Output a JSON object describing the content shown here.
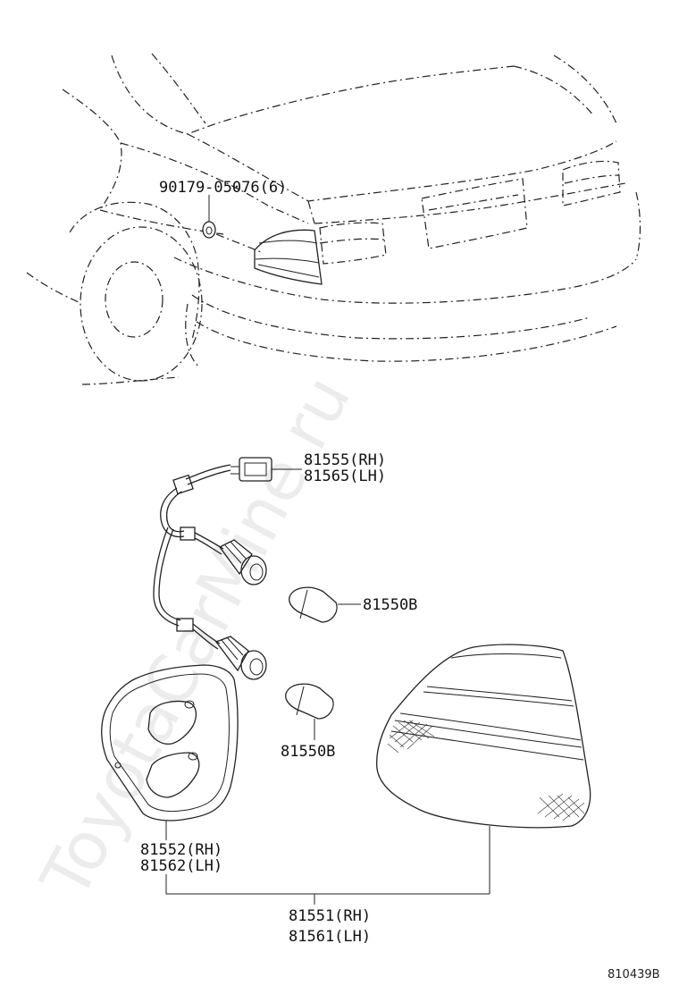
{
  "parts": {
    "screw": "90179-05076(6)",
    "wire_harness_rh": "81555(RH)",
    "wire_harness_lh": "81565(LH)",
    "bulb_upper": "81550B",
    "bulb_lower": "81550B",
    "gasket_rh": "81552(RH)",
    "gasket_lh": "81562(LH)",
    "lamp_assembly_rh": "81551(RH)",
    "lamp_assembly_lh": "81561(LH)"
  },
  "figure_code": "810439B",
  "watermark": "ToyotaCarMine.ru"
}
